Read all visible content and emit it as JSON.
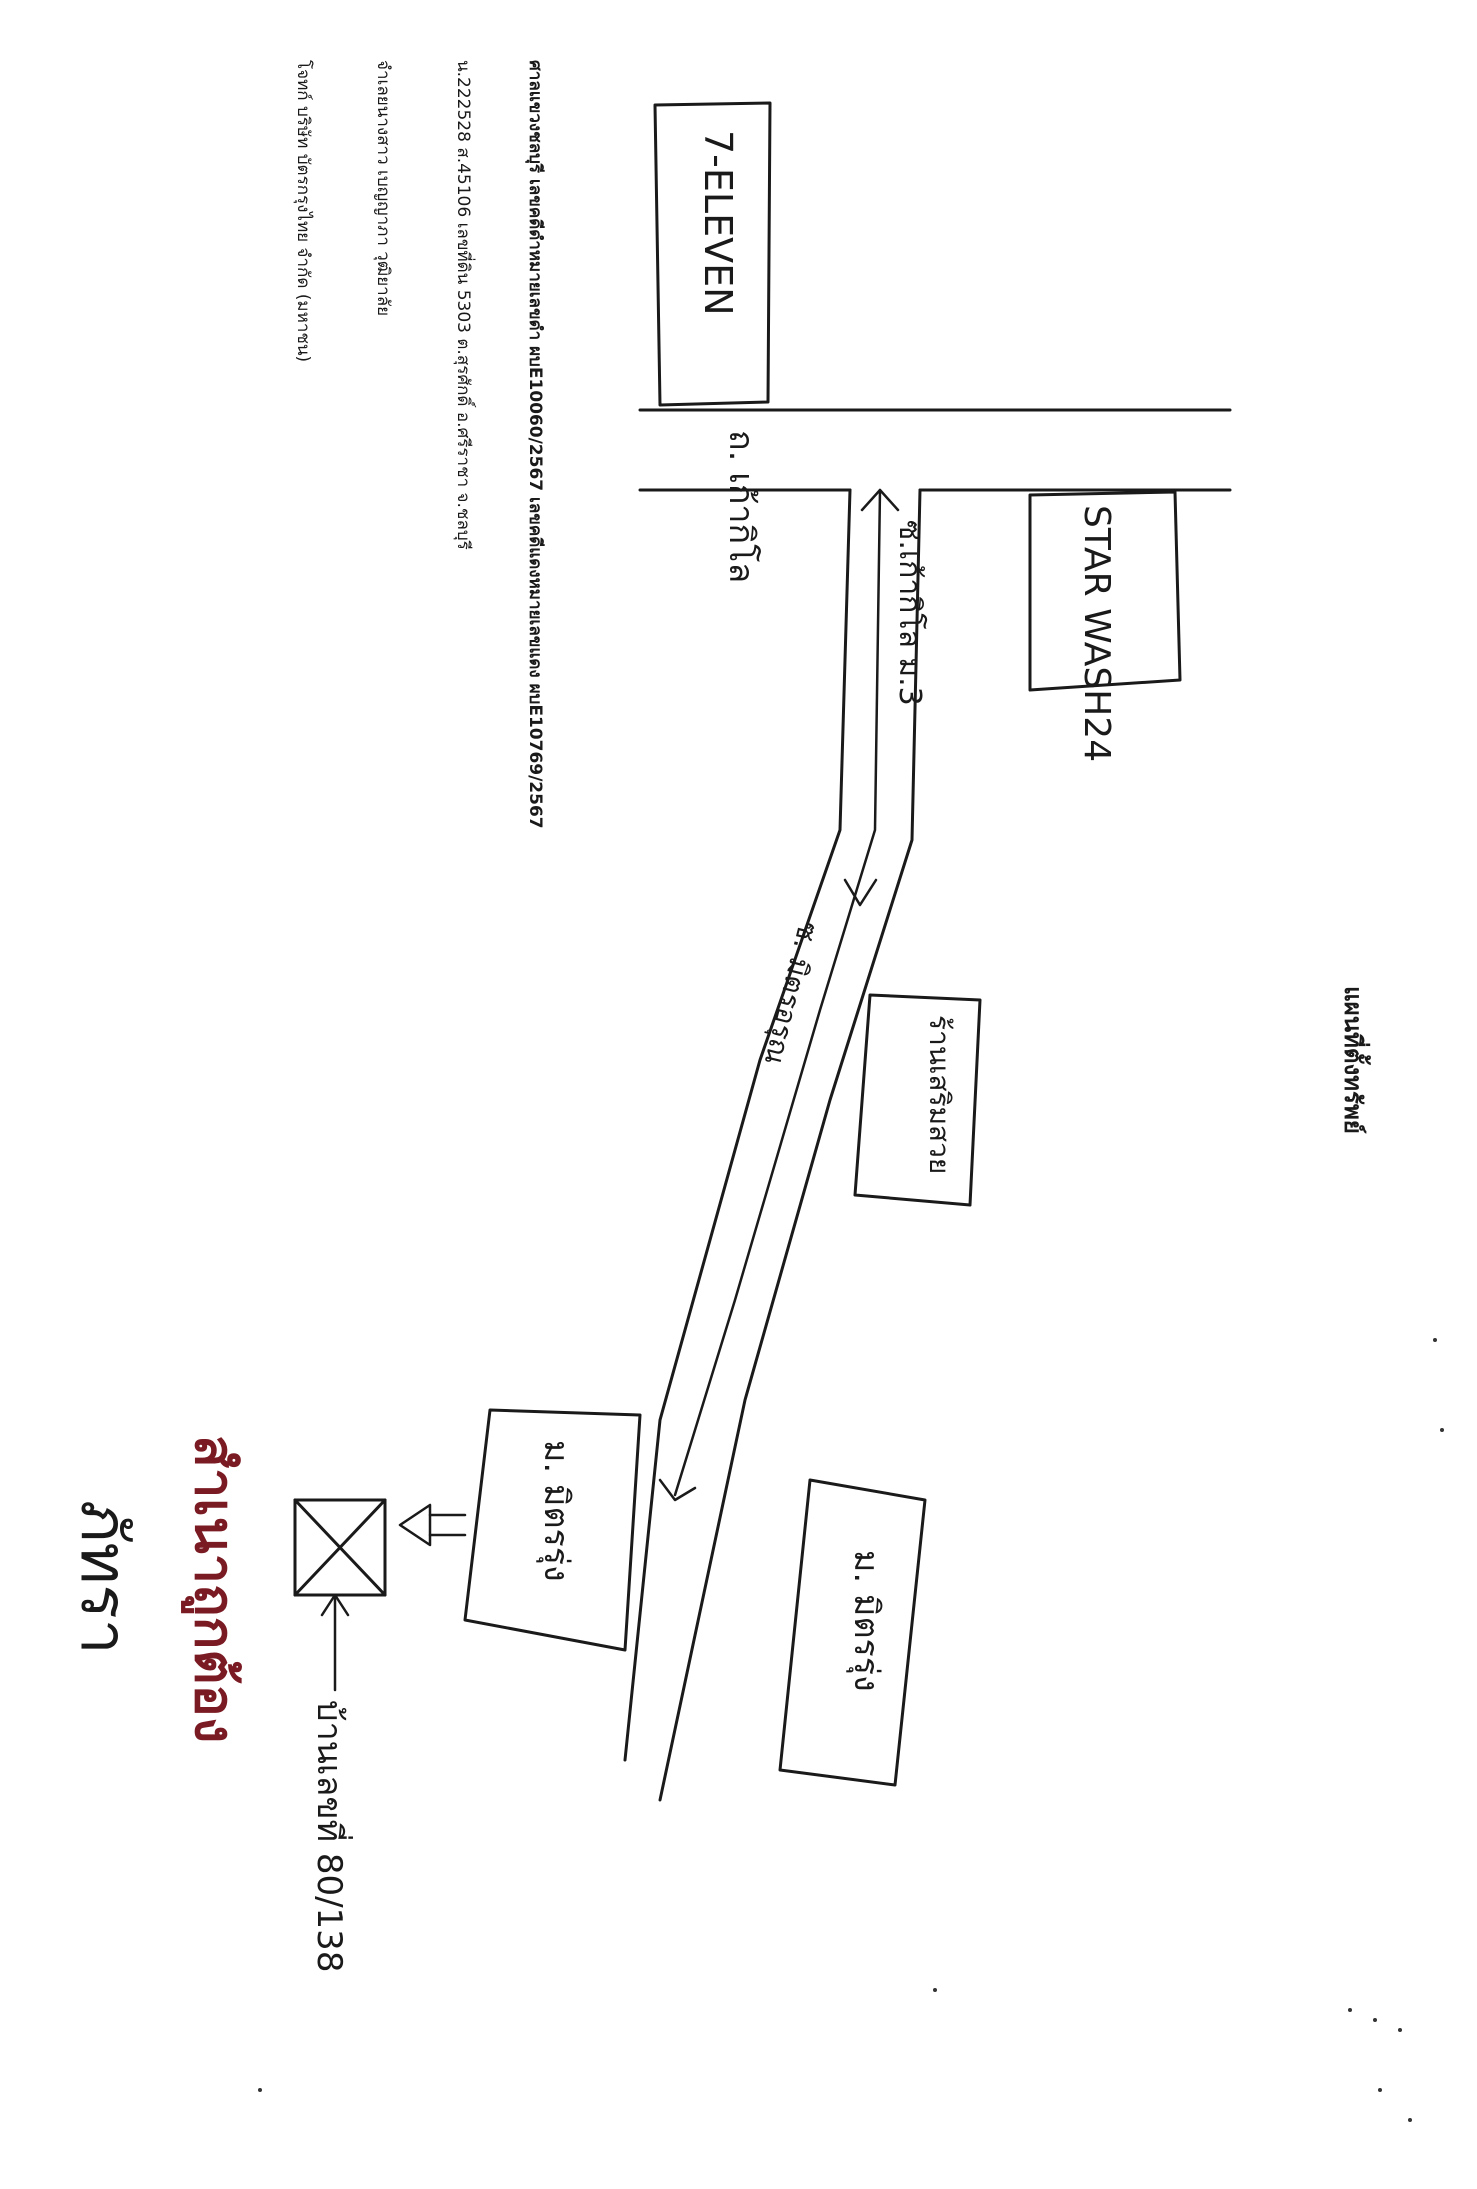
{
  "title": "แผนที่ตั้งทรัพย์",
  "case_info": {
    "line1": "ศาลแขวงชลบุรี เลขคดีดำหมายเลขดำ ผบE10060/2567 เลขคดีแดงหมายเลขแดง ผบE10769/2567",
    "line2": "น.222528 ส.45106 เลขที่ดิน 5303 ต.สุรศักดิ์ อ.ศรีราชา จ.ชลบุรี",
    "line3": "จำเลยนางสาว เบญญาภา วุฒิยาลัย",
    "line4": "โจทก์ บริษัท บัตรกรุงไทย จำกัด (มหาชน)"
  },
  "labels": {
    "road_main": "ถ. เก้ากิโล",
    "landmark_7eleven": "7-ELEVEN",
    "star_wash": "STAR WASH24",
    "soi": "ซ.เก้ากิโล ม.3",
    "road_secondary": "ซ. มิตรอรุณ",
    "shop": "ร้านเสริมสวย",
    "village_a": "ม. มิตรรุ่ง",
    "village_b": "ม. มิตรรุ่ง",
    "house_no": "บ้านเลขที่ 80/138",
    "stamp": "สำเนาถูกต้อง",
    "signature": "ภัทรา"
  }
}
